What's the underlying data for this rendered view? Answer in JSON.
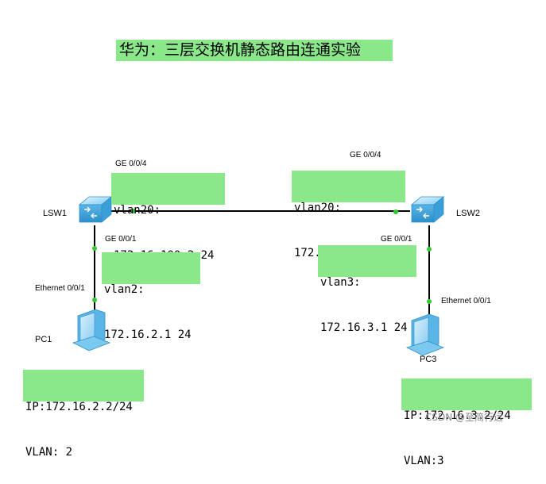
{
  "title": "华为：三层交换机静态路由连通实验",
  "devices": {
    "lsw1": "LSW1",
    "lsw2": "LSW2",
    "pc1": "PC1",
    "pc3": "PC3"
  },
  "ports": {
    "lsw1_ge004": "GE 0/0/4",
    "lsw2_ge004": "GE 0/0/4",
    "lsw1_ge001": "GE 0/0/1",
    "lsw2_ge001": "GE 0/0/1",
    "pc1_eth": "Ethernet 0/0/1",
    "pc3_eth": "Ethernet 0/0/1"
  },
  "notes": {
    "lsw1_vlan20": [
      "vlan20:",
      "172.16.100.2 24"
    ],
    "lsw2_vlan20": [
      "vlan20:",
      "172.16.100.3 24"
    ],
    "lsw1_vlan2": [
      "vlan2:",
      "172.16.2.1 24"
    ],
    "lsw2_vlan3": [
      "vlan3:",
      "172.16.3.1 24"
    ],
    "pc1_info": [
      "IP:172.16.2.2/24",
      "VLAN: 2"
    ],
    "pc3_info": [
      "IP:172.16.3.2/24",
      "VLAN:3"
    ]
  },
  "watermark": "CSDN @至简行远",
  "colors": {
    "note_bg": "#8ae88a",
    "link": "#000000",
    "port_dot": "#33cc33",
    "device": "#4fb3e8"
  }
}
